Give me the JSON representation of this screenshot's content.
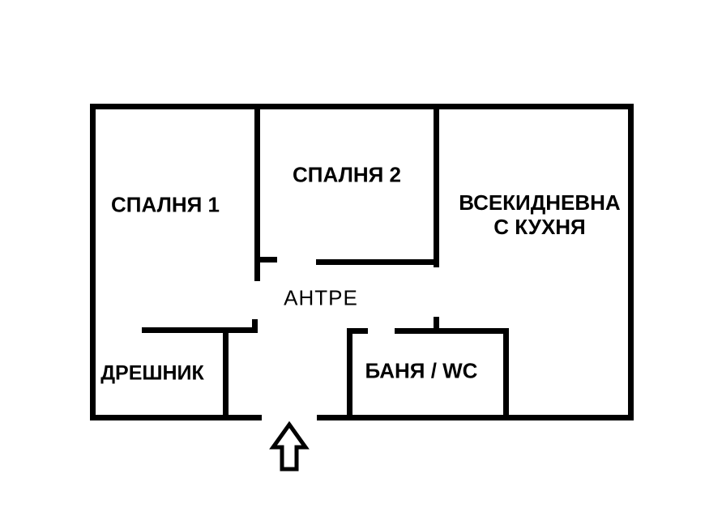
{
  "colors": {
    "wall": "#000000",
    "background": "#ffffff",
    "text": "#000000"
  },
  "floorplan": {
    "rooms": {
      "bedroom1": {
        "label": "СПАЛНЯ 1"
      },
      "bedroom2": {
        "label": "СПАЛНЯ 2"
      },
      "living": {
        "label_line1": "ВСЕКИДНЕВНА",
        "label_line2": "С КУХНЯ"
      },
      "hallway": {
        "label": "АНТРЕ"
      },
      "closet": {
        "label": "ДРЕШНИК"
      },
      "bathroom": {
        "label": "БАНЯ / WC"
      }
    },
    "entrance": {
      "icon": "up-block-arrow"
    }
  }
}
